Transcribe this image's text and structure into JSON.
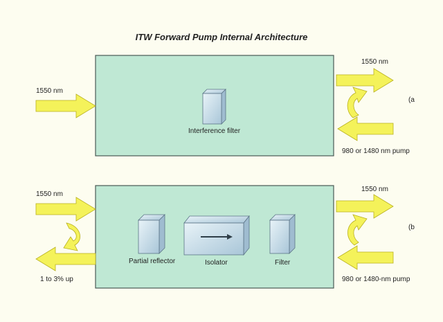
{
  "title": "ITW Forward Pump Internal Architecture",
  "colors": {
    "box_fill": "#bfe8d4",
    "box_stroke": "#4a5a55",
    "arrow_fill": "#f4f25a",
    "arrow_stroke": "#b8b020",
    "glass": "#cfe3ee",
    "glass_dark": "#9fbcd0"
  },
  "top_diagram": {
    "input_label": "1550 nm",
    "output_label": "1550 nm",
    "component_label": "Interference filter",
    "pump_label": "980  or 1480 nm pump",
    "panel_tag": "(a"
  },
  "bottom_diagram": {
    "input_label": "1550 nm",
    "reflect_label": "1 to 3% up",
    "output_label": "1550 nm",
    "components": [
      "Partial reflector",
      "Isolator",
      "Filter"
    ],
    "pump_label": "980  or 1480-nm pump",
    "panel_tag": "(b"
  }
}
